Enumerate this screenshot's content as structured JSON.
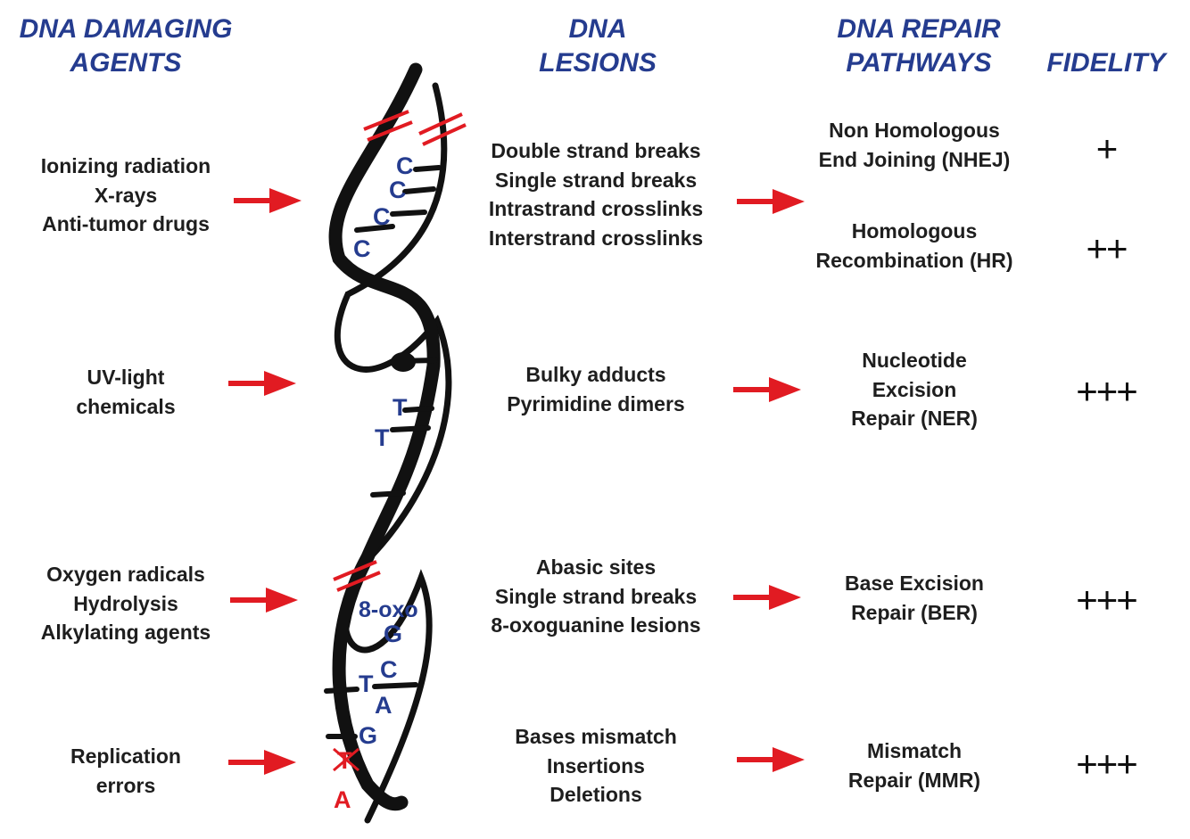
{
  "headers": {
    "agents": [
      "DNA DAMAGING",
      "AGENTS"
    ],
    "lesions": [
      "DNA",
      "LESIONS"
    ],
    "pathways": [
      "DNA REPAIR",
      "PATHWAYS"
    ],
    "fidelity": "FIDELITY"
  },
  "rows": [
    {
      "agents": [
        "Ionizing radiation",
        "X-rays",
        "Anti-tumor drugs"
      ],
      "lesions": [
        "Double strand breaks",
        "Single strand breaks",
        "Intrastrand crosslinks",
        "Interstrand crosslinks"
      ],
      "pathways": [
        {
          "lines": [
            "Non Homologous",
            "End Joining (NHEJ)"
          ],
          "fidelity": "+"
        },
        {
          "lines": [
            "Homologous",
            "Recombination (HR)"
          ],
          "fidelity": "++"
        }
      ]
    },
    {
      "agents": [
        "UV-light",
        "chemicals"
      ],
      "lesions": [
        "Bulky adducts",
        "Pyrimidine dimers"
      ],
      "pathways": [
        {
          "lines": [
            "Nucleotide",
            "Excision",
            "Repair (NER)"
          ],
          "fidelity": "+++"
        }
      ]
    },
    {
      "agents": [
        "Oxygen radicals",
        "Hydrolysis",
        "Alkylating agents"
      ],
      "lesions": [
        "Abasic sites",
        "Single strand breaks",
        "8-oxoguanine lesions"
      ],
      "pathways": [
        {
          "lines": [
            "Base Excision",
            "Repair (BER)"
          ],
          "fidelity": "+++"
        }
      ]
    },
    {
      "agents": [
        "Replication",
        "errors"
      ],
      "lesions": [
        "Bases mismatch",
        "Insertions",
        "Deletions"
      ],
      "pathways": [
        {
          "lines": [
            "Mismatch",
            "Repair (MMR)"
          ],
          "fidelity": "+++"
        }
      ]
    }
  ],
  "helix_bases": {
    "top": [
      "C",
      "C",
      "C",
      "C"
    ],
    "middle": [
      "T",
      "T"
    ],
    "bottom": [
      "8-oxo",
      "G",
      "T",
      "C",
      "A",
      "G",
      "T",
      "A"
    ]
  },
  "colors": {
    "header": "#253c8f",
    "text": "#1e1e1e",
    "arrow": "#e11b22",
    "strand": "#111111",
    "base": "#253c8f",
    "mismatch": "#e11b22"
  }
}
